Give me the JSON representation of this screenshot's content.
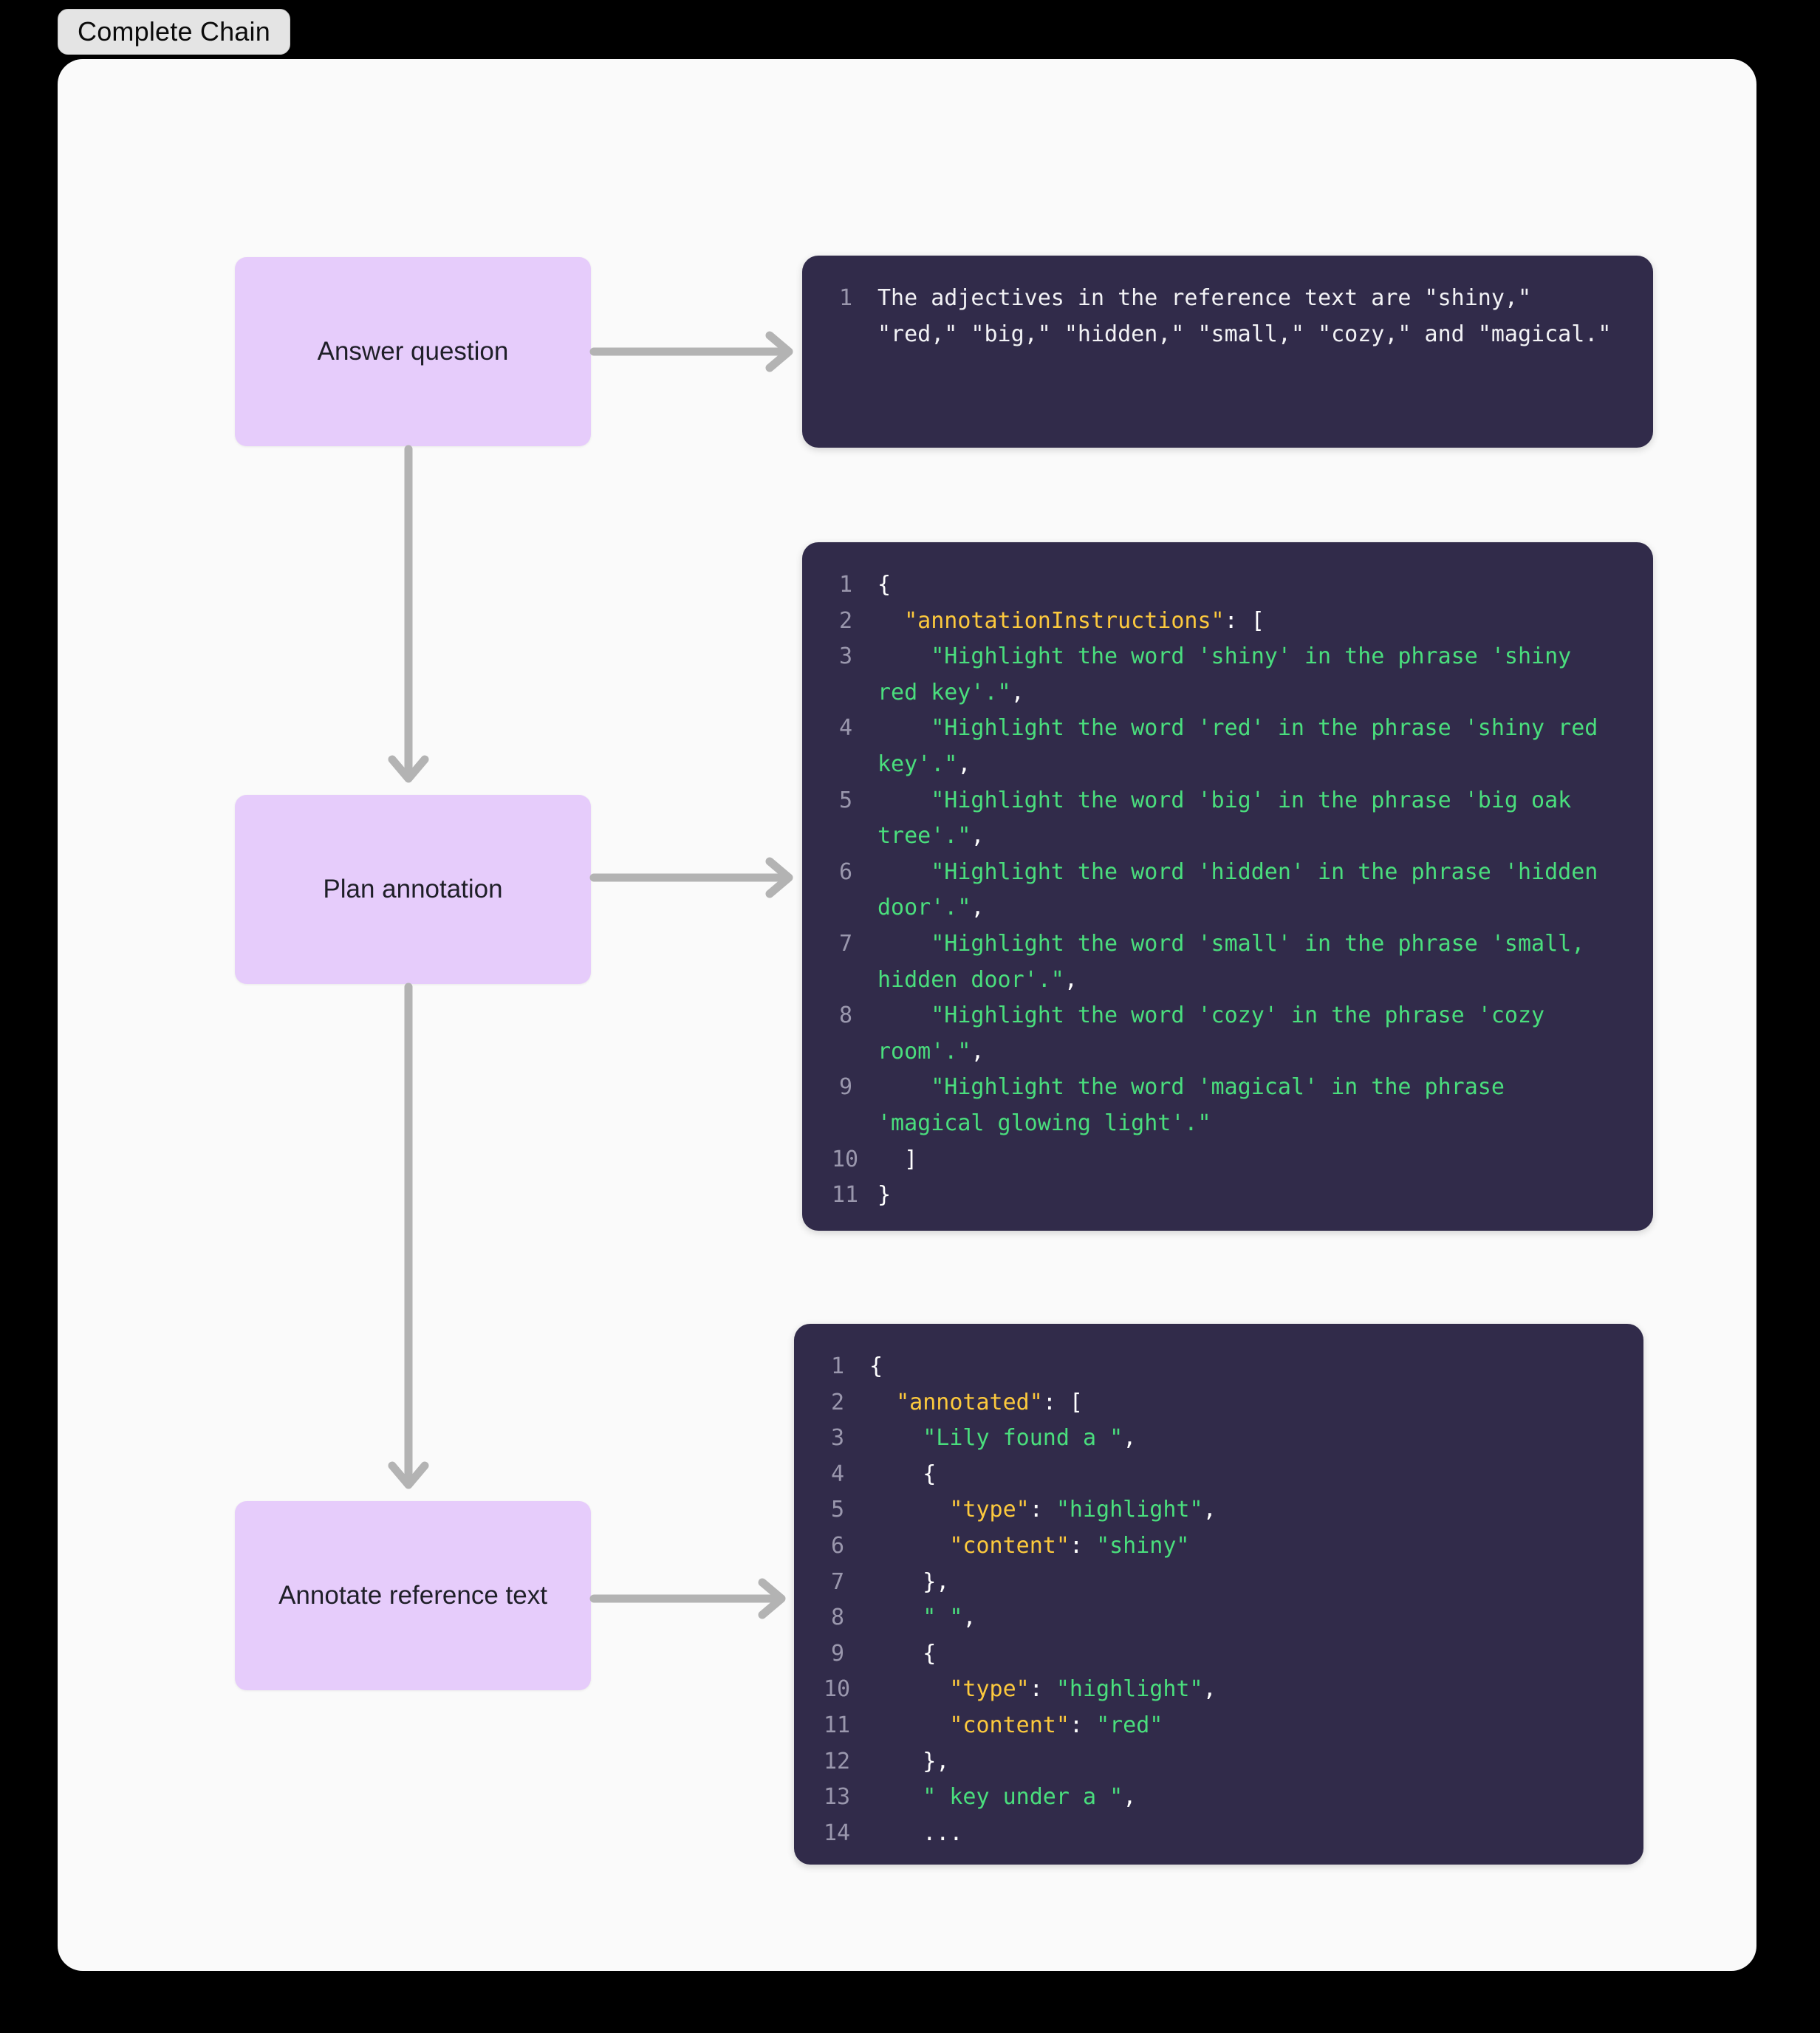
{
  "badge": {
    "label": "Complete Chain"
  },
  "colors": {
    "background": "#000000",
    "canvas": "#fafafa",
    "node_fill": "#e6ccfb",
    "node_text": "#1f1f28",
    "code_bg": "#312b4a",
    "code_text": "#f2f2f5",
    "line_number": "#9a97ad",
    "json_key": "#fcc93d",
    "json_string": "#4ade7d",
    "arrow": "#b3b3b3",
    "badge_bg": "#e4e4e4"
  },
  "nodes": [
    {
      "id": "answer-question",
      "label": "Answer question"
    },
    {
      "id": "plan-annotation",
      "label": "Plan annotation"
    },
    {
      "id": "annotate-reference-text",
      "label": "Annotate reference text"
    }
  ],
  "arrows": [
    {
      "id": "answer-to-output-1",
      "direction": "right"
    },
    {
      "id": "plan-to-output-2",
      "direction": "right"
    },
    {
      "id": "annotate-to-output-3",
      "direction": "right"
    },
    {
      "id": "answer-to-plan",
      "direction": "down"
    },
    {
      "id": "plan-to-annotate",
      "direction": "down"
    }
  ],
  "code_blocks": [
    {
      "id": "answer-output",
      "lines": [
        {
          "n": "1",
          "tokens": [
            {
              "t": "plain",
              "v": "The adjectives in the reference text are \"shiny,\" \"red,\" \"big,\" \"hidden,\" \"small,\" \"cozy,\" and \"magical.\""
            }
          ]
        }
      ]
    },
    {
      "id": "plan-output",
      "lines": [
        {
          "n": "1",
          "tokens": [
            {
              "t": "punc",
              "v": "{"
            }
          ]
        },
        {
          "n": "2",
          "tokens": [
            {
              "t": "key",
              "v": "  \"annotationInstructions\""
            },
            {
              "t": "punc",
              "v": ": ["
            }
          ]
        },
        {
          "n": "3",
          "tokens": [
            {
              "t": "str",
              "v": "    \"Highlight the word 'shiny' in the phrase 'shiny red key'.\""
            },
            {
              "t": "punc",
              "v": ","
            }
          ]
        },
        {
          "n": "4",
          "tokens": [
            {
              "t": "str",
              "v": "    \"Highlight the word 'red' in the phrase 'shiny red key'.\""
            },
            {
              "t": "punc",
              "v": ","
            }
          ]
        },
        {
          "n": "5",
          "tokens": [
            {
              "t": "str",
              "v": "    \"Highlight the word 'big' in the phrase 'big oak tree'.\""
            },
            {
              "t": "punc",
              "v": ","
            }
          ]
        },
        {
          "n": "6",
          "tokens": [
            {
              "t": "str",
              "v": "    \"Highlight the word 'hidden' in the phrase 'hidden door'.\""
            },
            {
              "t": "punc",
              "v": ","
            }
          ]
        },
        {
          "n": "7",
          "tokens": [
            {
              "t": "str",
              "v": "    \"Highlight the word 'small' in the phrase 'small, hidden door'.\""
            },
            {
              "t": "punc",
              "v": ","
            }
          ]
        },
        {
          "n": "8",
          "tokens": [
            {
              "t": "str",
              "v": "    \"Highlight the word 'cozy' in the phrase 'cozy room'.\""
            },
            {
              "t": "punc",
              "v": ","
            }
          ]
        },
        {
          "n": "9",
          "tokens": [
            {
              "t": "str",
              "v": "    \"Highlight the word 'magical' in the phrase 'magical glowing light'.\""
            }
          ]
        },
        {
          "n": "10",
          "tokens": [
            {
              "t": "punc",
              "v": "  ]"
            }
          ]
        },
        {
          "n": "11",
          "tokens": [
            {
              "t": "punc",
              "v": "}"
            }
          ]
        }
      ]
    },
    {
      "id": "annotate-output",
      "lines": [
        {
          "n": "1",
          "tokens": [
            {
              "t": "punc",
              "v": "{"
            }
          ]
        },
        {
          "n": "2",
          "tokens": [
            {
              "t": "key",
              "v": "  \"annotated\""
            },
            {
              "t": "punc",
              "v": ": ["
            }
          ]
        },
        {
          "n": "3",
          "tokens": [
            {
              "t": "str",
              "v": "    \"Lily found a \""
            },
            {
              "t": "punc",
              "v": ","
            }
          ]
        },
        {
          "n": "4",
          "tokens": [
            {
              "t": "punc",
              "v": "    {"
            }
          ]
        },
        {
          "n": "5",
          "tokens": [
            {
              "t": "key",
              "v": "      \"type\""
            },
            {
              "t": "punc",
              "v": ": "
            },
            {
              "t": "str",
              "v": "\"highlight\""
            },
            {
              "t": "punc",
              "v": ","
            }
          ]
        },
        {
          "n": "6",
          "tokens": [
            {
              "t": "key",
              "v": "      \"content\""
            },
            {
              "t": "punc",
              "v": ": "
            },
            {
              "t": "str",
              "v": "\"shiny\""
            }
          ]
        },
        {
          "n": "7",
          "tokens": [
            {
              "t": "punc",
              "v": "    },"
            }
          ]
        },
        {
          "n": "8",
          "tokens": [
            {
              "t": "str",
              "v": "    \" \""
            },
            {
              "t": "punc",
              "v": ","
            }
          ]
        },
        {
          "n": "9",
          "tokens": [
            {
              "t": "punc",
              "v": "    {"
            }
          ]
        },
        {
          "n": "10",
          "tokens": [
            {
              "t": "key",
              "v": "      \"type\""
            },
            {
              "t": "punc",
              "v": ": "
            },
            {
              "t": "str",
              "v": "\"highlight\""
            },
            {
              "t": "punc",
              "v": ","
            }
          ]
        },
        {
          "n": "11",
          "tokens": [
            {
              "t": "key",
              "v": "      \"content\""
            },
            {
              "t": "punc",
              "v": ": "
            },
            {
              "t": "str",
              "v": "\"red\""
            }
          ]
        },
        {
          "n": "12",
          "tokens": [
            {
              "t": "punc",
              "v": "    },"
            }
          ]
        },
        {
          "n": "13",
          "tokens": [
            {
              "t": "str",
              "v": "    \" key under a \""
            },
            {
              "t": "punc",
              "v": ","
            }
          ]
        },
        {
          "n": "14",
          "tokens": [
            {
              "t": "punc",
              "v": "    ..."
            }
          ]
        }
      ]
    }
  ]
}
